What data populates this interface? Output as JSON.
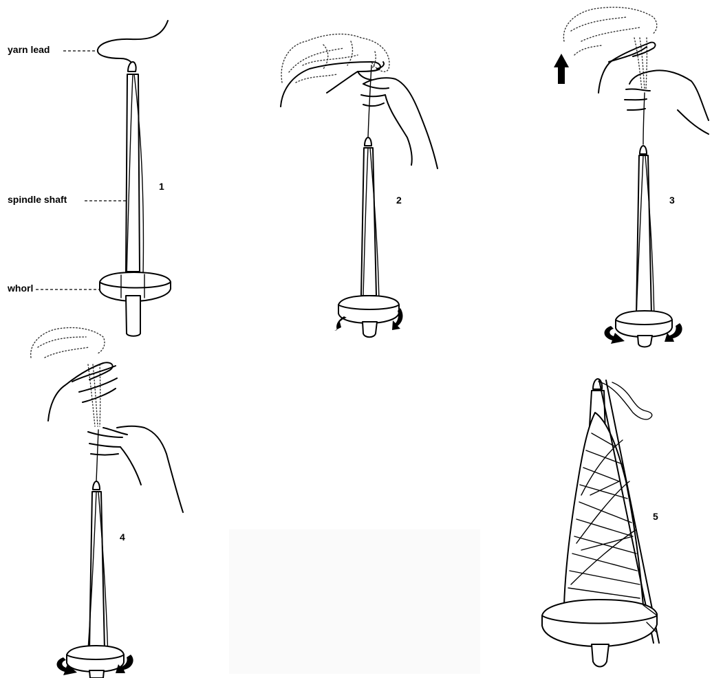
{
  "labels": {
    "yarn_lead": "yarn lead",
    "spindle_shaft": "spindle shaft",
    "whorl": "whorl"
  },
  "steps": [
    "1",
    "2",
    "3",
    "4",
    "5"
  ],
  "colors": {
    "ink": "#000000",
    "paper": "#ffffff",
    "panel": "#fafafa"
  }
}
